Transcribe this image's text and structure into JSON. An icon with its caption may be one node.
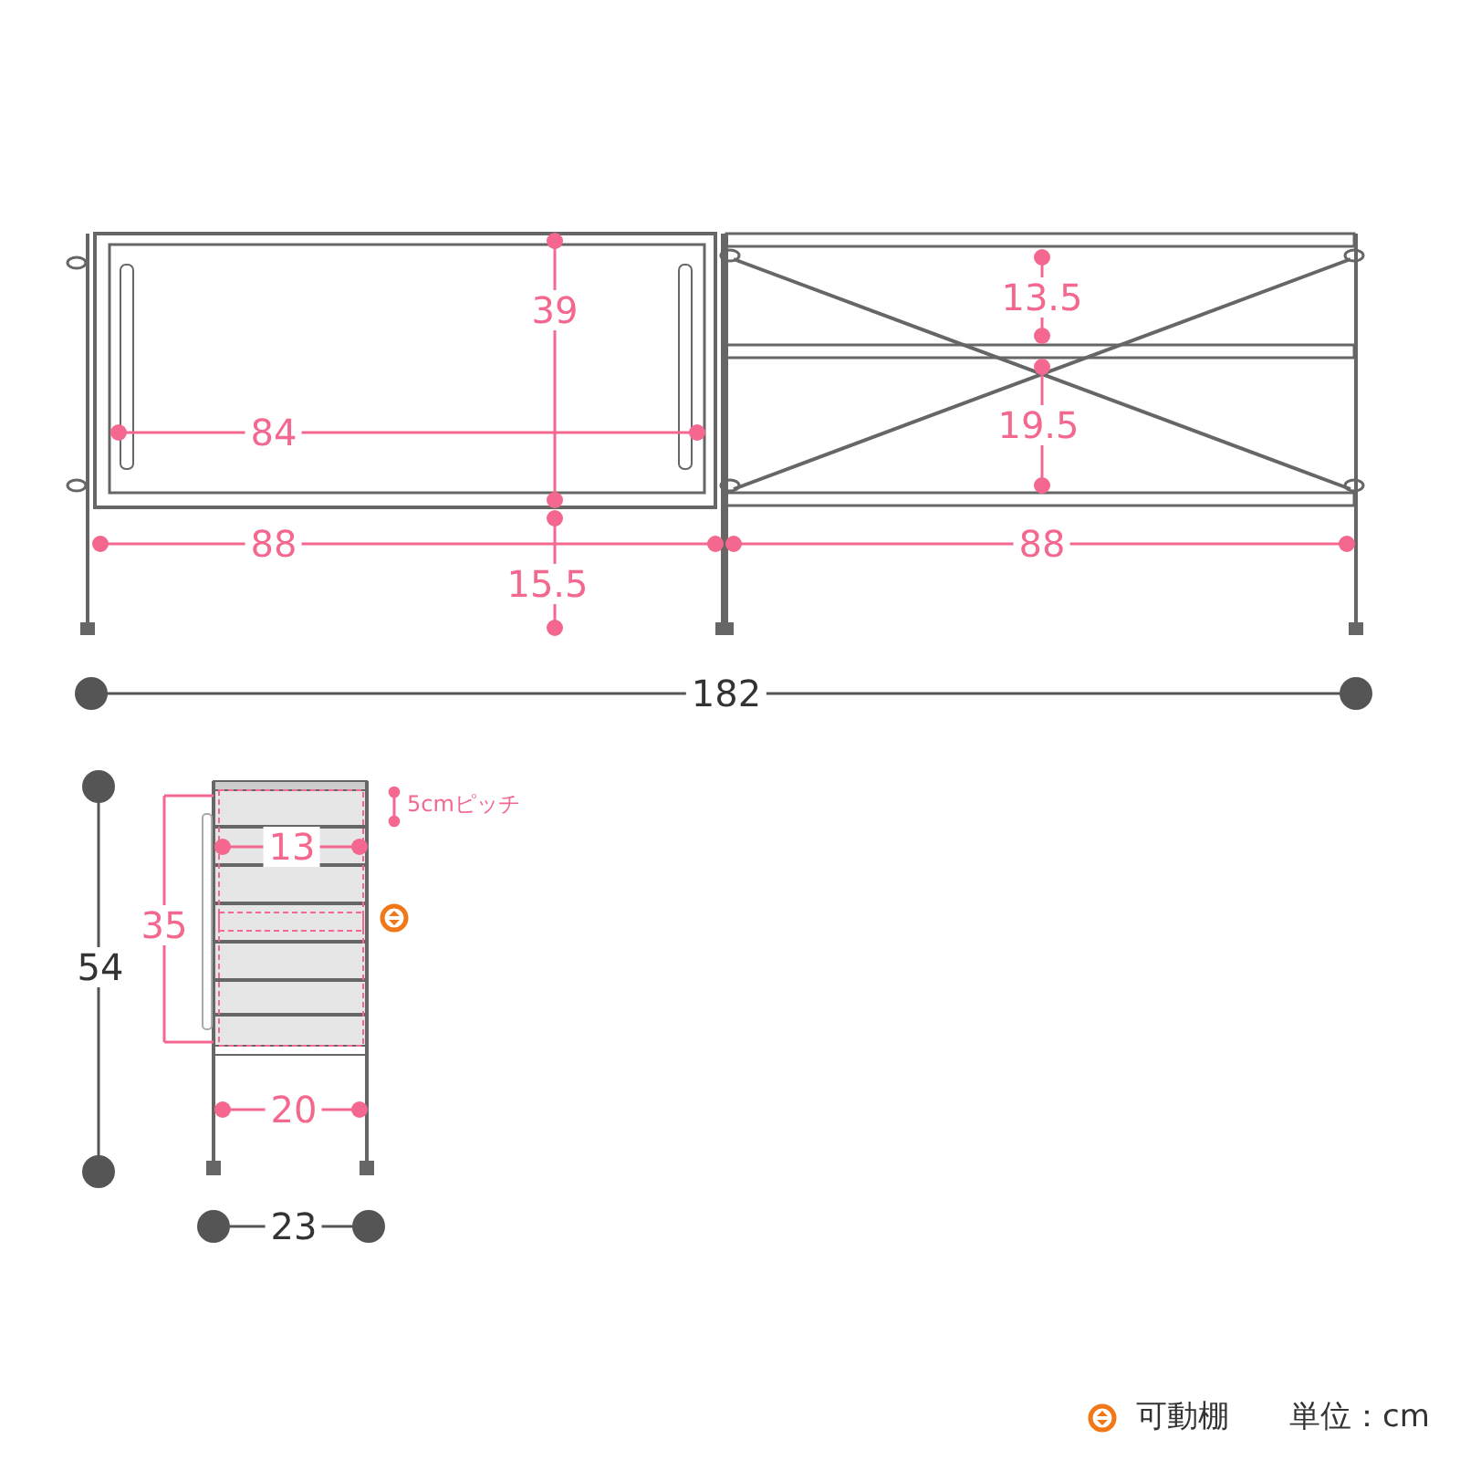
{
  "diagram": {
    "labels": [
      "39",
      "13.5",
      "84",
      "19.5",
      "88",
      "88",
      "15.5",
      "182",
      "5cmピッチ",
      "13",
      "35",
      "54",
      "20",
      "23",
      "単位：cm"
    ],
    "legend": [
      {
        "text": "可動棚"
      }
    ]
  }
}
